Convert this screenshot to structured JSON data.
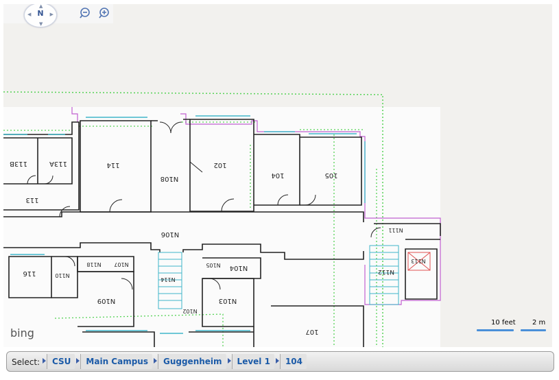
{
  "map": {
    "compass_label": "N",
    "logo_text": "bing",
    "scale_feet": "10 feet",
    "scale_meters": "2 m",
    "rooms": [
      "113B",
      "113A",
      "114",
      "N108",
      "102",
      "104",
      "105",
      "113",
      "N106",
      "N111",
      "116",
      "N110",
      "N118",
      "N107",
      "N114",
      "N105",
      "N104",
      "N112",
      "N113",
      "N109",
      "N103",
      "N102",
      "107"
    ],
    "colors": {
      "walls": "#222222",
      "doors": "#3fb6c9",
      "boundary": "#55d255",
      "outline": "#c05fd0",
      "bar": "#4a90d9"
    }
  },
  "selector": {
    "label": "Select:",
    "crumbs": [
      "CSU",
      "Main Campus",
      "Guggenheim",
      "Level 1",
      "104"
    ]
  }
}
